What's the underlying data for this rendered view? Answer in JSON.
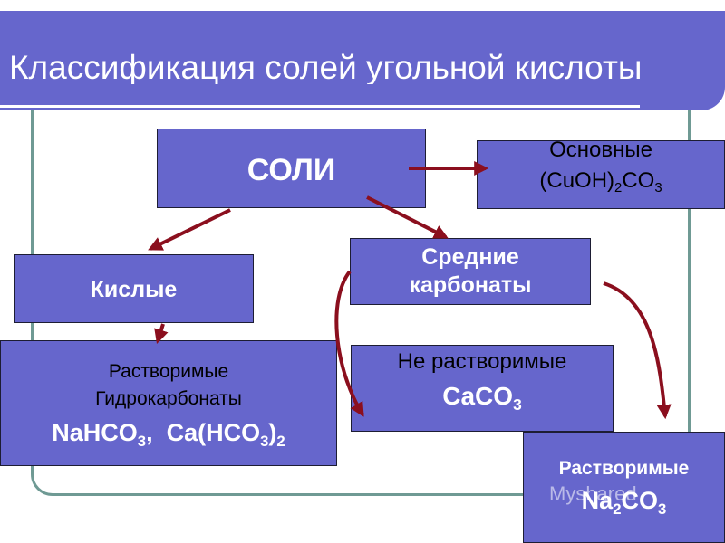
{
  "title": "Классификация солей угольной кислоты",
  "boxes": {
    "soli": "СОЛИ",
    "osnovnye": {
      "label": "Основные",
      "formula": [
        "(CuOH)",
        "2",
        "CO",
        "3"
      ]
    },
    "srednie": [
      "Средние",
      "карбонаты"
    ],
    "kislye": "Кислые",
    "gidro": {
      "line1": "Растворимые",
      "line2": "Гидрокарбонаты",
      "formula": [
        "NaHCO",
        "3",
        ",  Ca(HCO",
        "3",
        ")",
        "2"
      ]
    },
    "nerastvor": {
      "label": "Не растворимые",
      "formula": [
        "CaCO",
        "3"
      ]
    },
    "rastvor": {
      "label": "Растворимые",
      "formula": [
        "Na",
        "2",
        "CO",
        "3"
      ]
    }
  },
  "watermark": "Myshared",
  "colors": {
    "box": "#6666cc",
    "arrow": "#8b0f1e",
    "frame": "#6f9a94"
  }
}
